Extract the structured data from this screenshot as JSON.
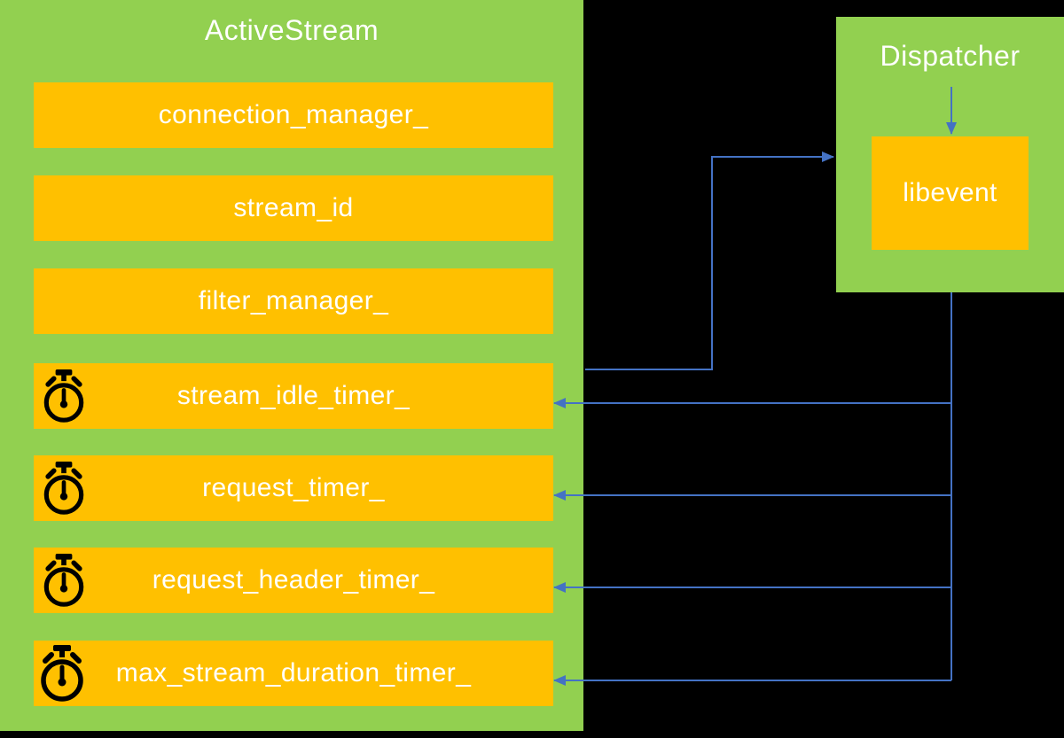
{
  "diagram": {
    "colors": {
      "background": "#000000",
      "container": "#92d050",
      "block": "#ffc000",
      "arrow": "#4472c4",
      "label": "#ffffff",
      "icon": "#000000"
    },
    "active_stream": {
      "title": "ActiveStream",
      "members": [
        {
          "label": "connection_manager_",
          "icon": null
        },
        {
          "label": "stream_id",
          "icon": null
        },
        {
          "label": "filter_manager_",
          "icon": null
        },
        {
          "label": "stream_idle_timer_",
          "icon": "stopwatch-icon"
        },
        {
          "label": "request_timer_",
          "icon": "stopwatch-icon"
        },
        {
          "label": "request_header_timer_",
          "icon": "stopwatch-icon"
        },
        {
          "label": "max_stream_duration_timer_",
          "icon": "stopwatch-icon"
        }
      ]
    },
    "dispatcher": {
      "title": "Dispatcher",
      "members": [
        {
          "label": "libevent",
          "icon": null
        }
      ]
    },
    "connections": [
      {
        "from": "ActiveStream",
        "to": "Dispatcher/libevent",
        "direction": "right"
      },
      {
        "from": "Dispatcher",
        "to": "libevent",
        "direction": "down"
      },
      {
        "from": "libevent",
        "to": "stream_idle_timer_",
        "direction": "left"
      },
      {
        "from": "libevent",
        "to": "request_timer_",
        "direction": "left"
      },
      {
        "from": "libevent",
        "to": "request_header_timer_",
        "direction": "left"
      },
      {
        "from": "libevent",
        "to": "max_stream_duration_timer_",
        "direction": "left"
      }
    ]
  }
}
